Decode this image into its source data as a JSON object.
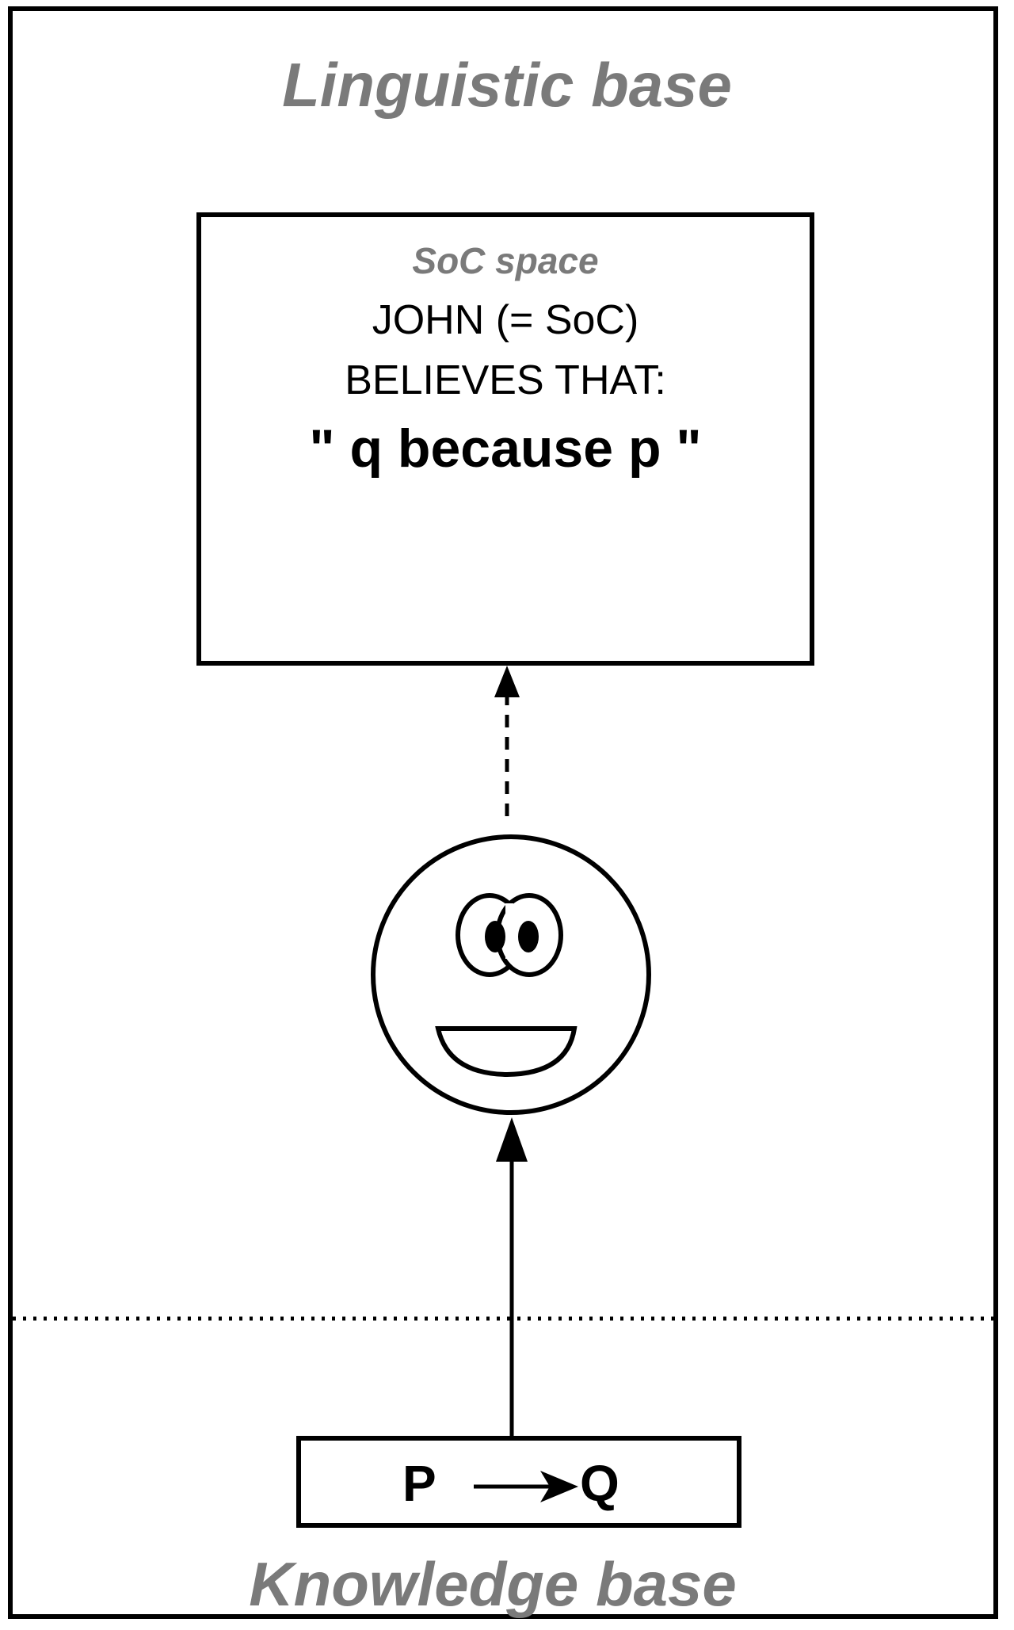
{
  "diagram": {
    "linguistic_base_label": "Linguistic base",
    "knowledge_base_label": "Knowledge base",
    "soc_space": {
      "label": "SoC space",
      "line1": "JOHN (= SoC)",
      "line2": "BELIEVES THAT:",
      "quote": "\" q because p \""
    },
    "knowledge": {
      "p": "P",
      "q": "Q"
    },
    "icons": {
      "person": "smiley-face-icon",
      "dashed_arrow": "dashed-arrow-up-icon",
      "solid_arrow": "arrow-up-icon",
      "implication_arrow": "arrow-right-icon"
    },
    "colors": {
      "stroke": "#000000",
      "label_gray": "#7a7a7a"
    }
  }
}
